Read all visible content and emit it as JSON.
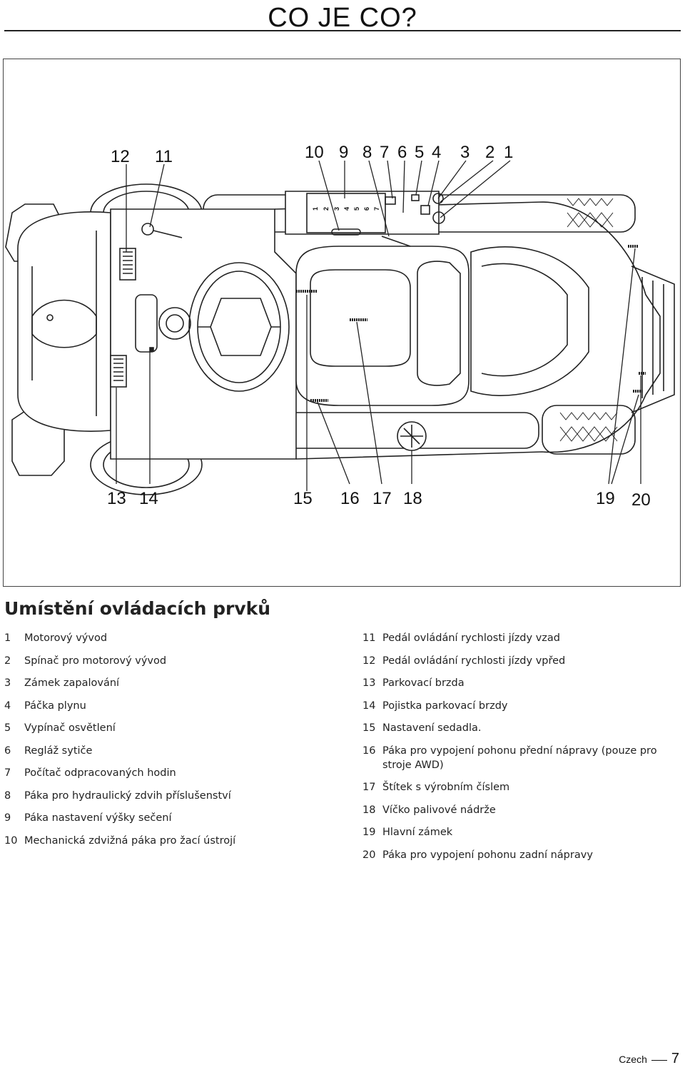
{
  "page": {
    "title": "CO JE CO?",
    "section_heading": "Umístění ovládacích prvků",
    "footer_lang": "Czech",
    "footer_page": "7"
  },
  "figure": {
    "callouts": {
      "c1": "1",
      "c2": "2",
      "c3": "3",
      "c4": "4",
      "c5": "5",
      "c6": "6",
      "c7": "7",
      "c8": "8",
      "c9": "9",
      "c10": "10",
      "c11": "11",
      "c12": "12",
      "c13": "13",
      "c14": "14",
      "c15": "15",
      "c16": "16",
      "c17": "17",
      "c18": "18",
      "c19": "19",
      "c20": "20"
    },
    "panel_digits": [
      "1",
      "2",
      "3",
      "4",
      "5",
      "6",
      "7"
    ]
  },
  "legend_left": [
    {
      "num": "1",
      "text": "Motorový vývod"
    },
    {
      "num": "2",
      "text": "Spínač pro motorový vývod"
    },
    {
      "num": "3",
      "text": "Zámek zapalování"
    },
    {
      "num": "4",
      "text": "Páčka plynu"
    },
    {
      "num": "5",
      "text": "Vypínač osvětlení"
    },
    {
      "num": "6",
      "text": "Regláž sytiče"
    },
    {
      "num": "7",
      "text": "Počítač odpracovaných hodin"
    },
    {
      "num": "8",
      "text": "Páka pro hydraulický zdvih příslušenství"
    },
    {
      "num": "9",
      "text": "Páka nastavení výšky sečení"
    },
    {
      "num": "10",
      "text": "Mechanická zdvižná páka pro žací ústrojí"
    }
  ],
  "legend_right": [
    {
      "num": "11",
      "text": "Pedál ovládání rychlosti jízdy vzad"
    },
    {
      "num": "12",
      "text": "Pedál ovládání rychlosti jízdy vpřed"
    },
    {
      "num": "13",
      "text": "Parkovací brzda"
    },
    {
      "num": "14",
      "text": "Pojistka parkovací brzdy"
    },
    {
      "num": "15",
      "text": "Nastavení sedadla."
    },
    {
      "num": "16",
      "text": "Páka pro vypojení pohonu přední nápravy (pouze pro stroje AWD)"
    },
    {
      "num": "17",
      "text": "Štítek s výrobním číslem"
    },
    {
      "num": "18",
      "text": "Víčko palivové nádrže"
    },
    {
      "num": "19",
      "text": "Hlavní zámek"
    },
    {
      "num": "20",
      "text": "Páka pro vypojení pohonu zadní nápravy"
    }
  ]
}
